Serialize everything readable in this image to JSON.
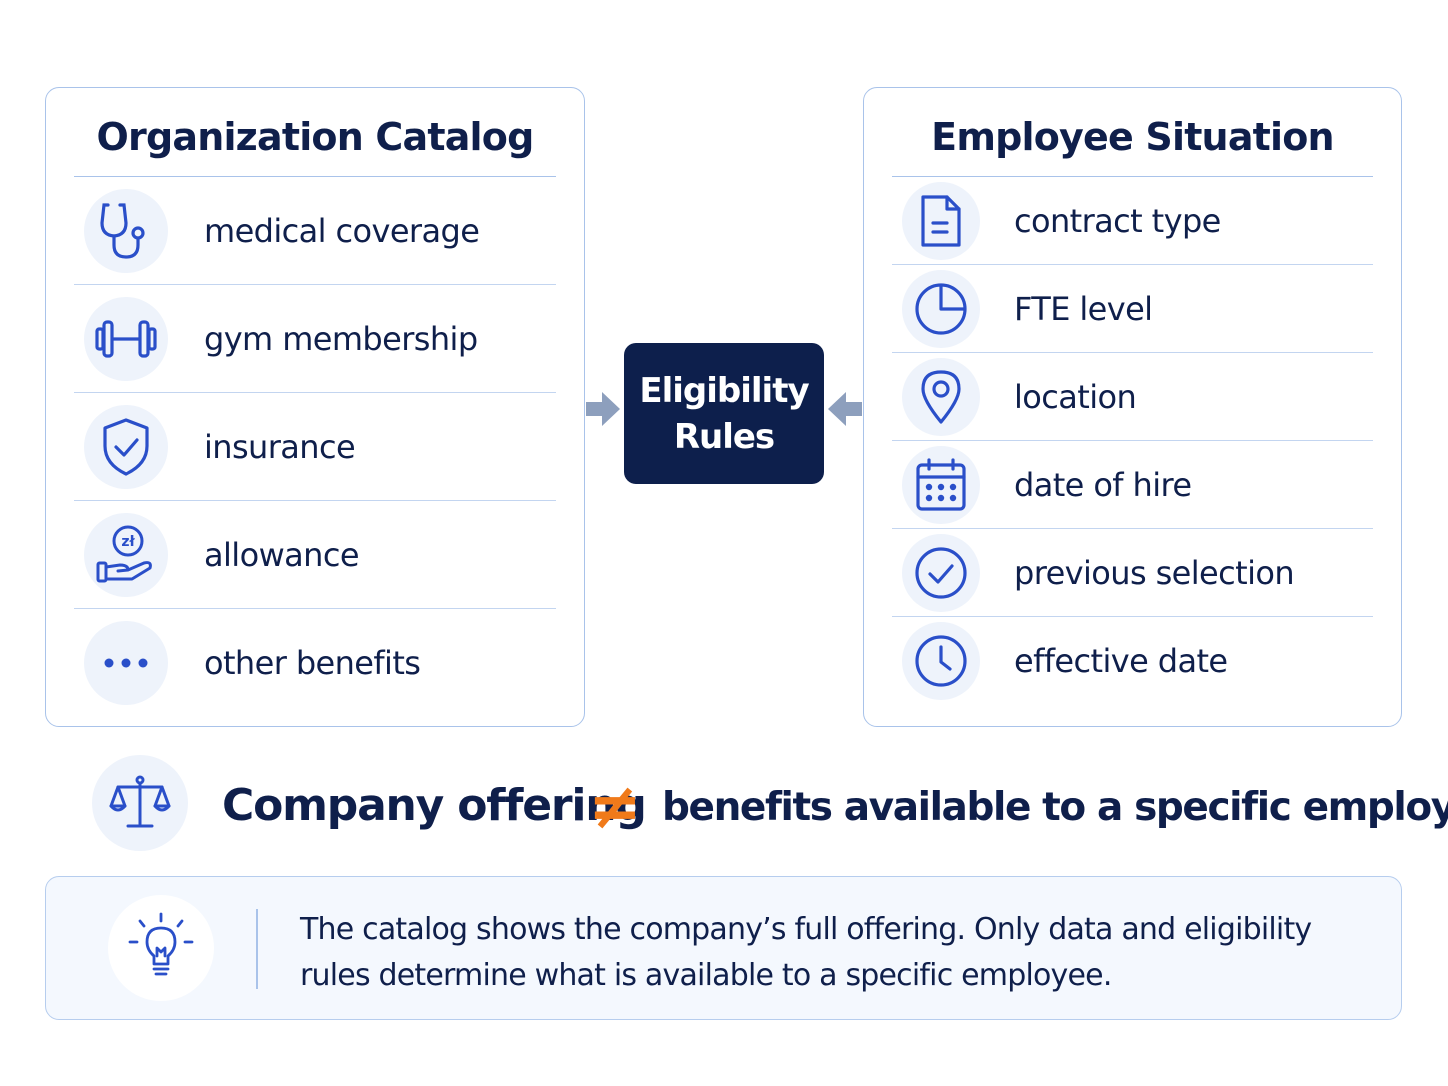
{
  "organization_catalog": {
    "title": "Organization Catalog",
    "items": [
      {
        "label": "medical coverage",
        "icon": "stethoscope-icon"
      },
      {
        "label": "gym membership",
        "icon": "dumbbell-icon"
      },
      {
        "label": "insurance",
        "icon": "shield-check-icon"
      },
      {
        "label": "allowance",
        "icon": "hand-coin-icon",
        "coin_text": "zł"
      },
      {
        "label": "other benefits",
        "icon": "ellipsis-icon"
      }
    ]
  },
  "employee_situation": {
    "title": "Employee Situation",
    "items": [
      {
        "label": "contract type",
        "icon": "document-icon"
      },
      {
        "label": "FTE level",
        "icon": "pie-chart-icon"
      },
      {
        "label": "location",
        "icon": "location-pin-icon"
      },
      {
        "label": "date of hire",
        "icon": "calendar-icon"
      },
      {
        "label": "previous selection",
        "icon": "check-circle-icon"
      },
      {
        "label": "effective date",
        "icon": "clock-icon"
      }
    ]
  },
  "center": {
    "line1": "Eligibility",
    "line2": "Rules"
  },
  "summary": {
    "left": "Company offering",
    "symbol": "≠",
    "right": "benefits available to a specific employee",
    "icon": "scales-icon"
  },
  "note": {
    "text": "The catalog shows the company’s full offering. Only data and eligibility rules determine what is available to a specific employee.",
    "icon": "lightbulb-icon"
  },
  "colors": {
    "navy": "#0d1f4c",
    "accent_blue": "#2a4fc9",
    "orange": "#f07a1a",
    "border": "#a9c3ea"
  }
}
